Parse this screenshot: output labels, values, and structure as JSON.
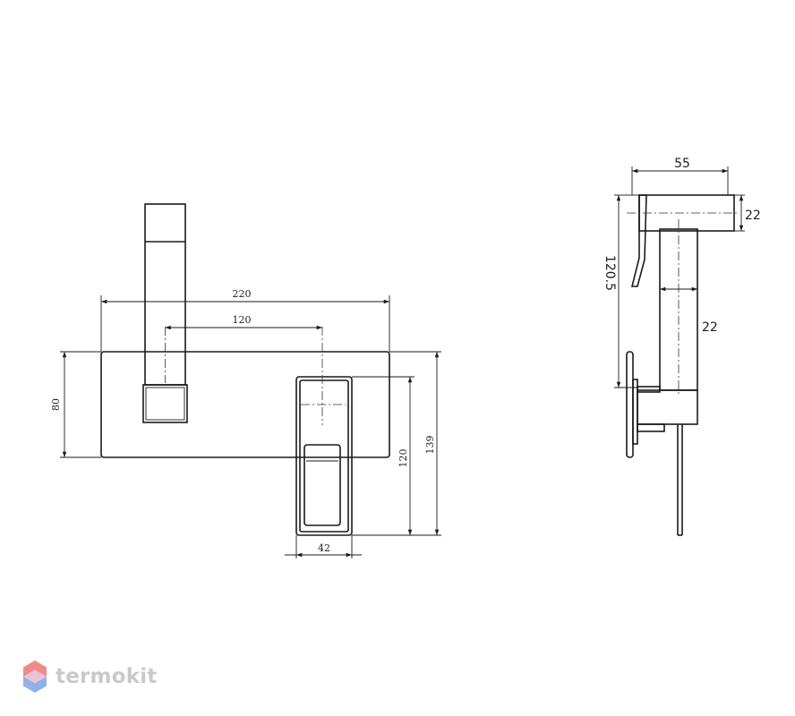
{
  "front_view": {
    "dims": {
      "width_total": "220",
      "center_spacing": "120",
      "plate_height": "80",
      "spout_drop": "120",
      "overall_height": "139",
      "handle_width": "42"
    }
  },
  "side_view": {
    "dims": {
      "head_length": "55",
      "head_height": "22",
      "hose_offset": "22",
      "height": "120.5"
    }
  },
  "brand": {
    "name": "termokit",
    "colors": {
      "text": "#c9c9c9",
      "mark_top": "#f08a8a",
      "mark_bottom": "#8fb3e6"
    }
  }
}
